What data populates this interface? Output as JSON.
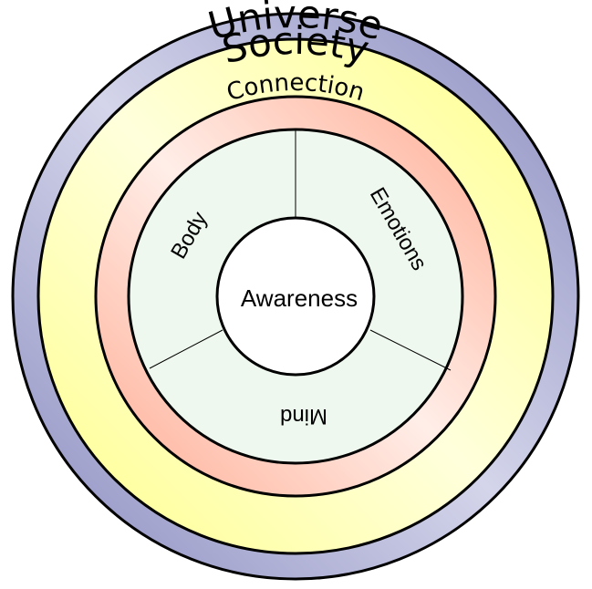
{
  "diagram": {
    "rings": {
      "universe": "Universe",
      "society": "Society",
      "connection": "Connection"
    },
    "sectors": {
      "body": "Body",
      "emotions": "Emotions",
      "mind": "Mind"
    },
    "center": "Awareness"
  },
  "colors": {
    "universe_dark": "#8a8cc0",
    "universe_light": "#d4d5ea",
    "society_dark": "#ffff8c",
    "society_light": "#ffffdc",
    "connection_dark": "#ffab92",
    "connection_light": "#ffeee8",
    "sector_fill": "#eef8ee",
    "center_fill": "#ffffff",
    "outline": "#000000"
  }
}
